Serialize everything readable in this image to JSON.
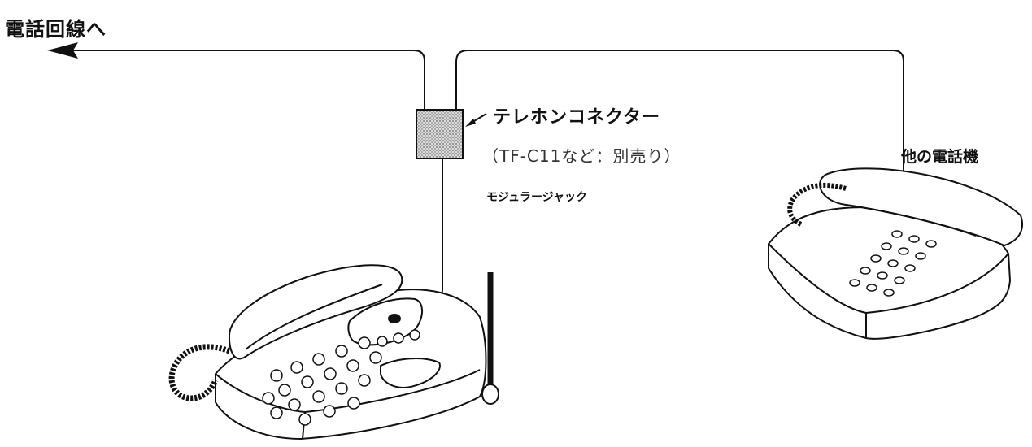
{
  "labels": {
    "to_phone_line": "電話回線へ",
    "telephone_connector": "テレホンコネクター",
    "connector_note": "（TF-C11など：別売り）",
    "modular_jack": "モジュラージャック",
    "other_phone": "他の電話機"
  }
}
